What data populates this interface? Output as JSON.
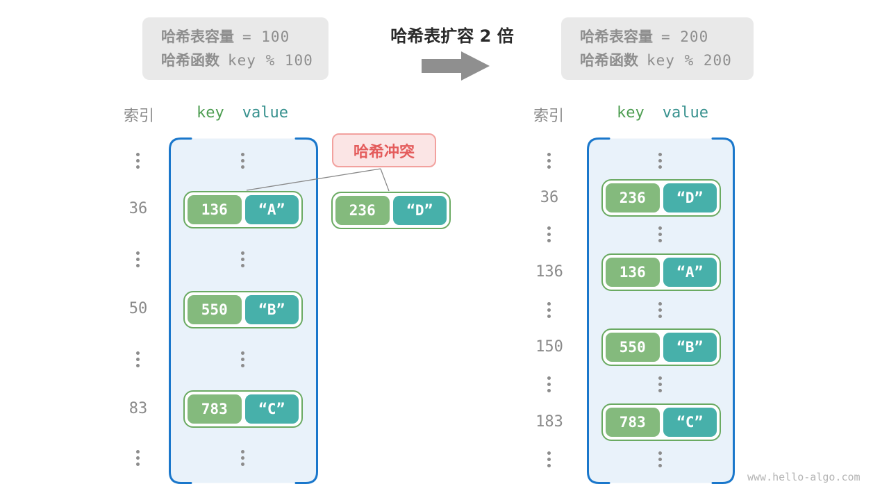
{
  "before_box": {
    "capacity_label": "哈希表容量",
    "capacity_value": "= 100",
    "hash_label": "哈希函数",
    "hash_value": "key % 100"
  },
  "after_box": {
    "capacity_label": "哈希表容量",
    "capacity_value": "= 200",
    "hash_label": "哈希函数",
    "hash_value": "key % 200"
  },
  "transform": {
    "title": "哈希表扩容 2 倍"
  },
  "collision": {
    "label": "哈希冲突",
    "pair": {
      "key": "236",
      "value": "“D”"
    }
  },
  "left_table": {
    "index_header": "索引",
    "key_header": "key",
    "value_header": "value",
    "rows": [
      {
        "type": "ellipsis"
      },
      {
        "index": "36",
        "key": "136",
        "value": "“A”"
      },
      {
        "type": "ellipsis"
      },
      {
        "index": "50",
        "key": "550",
        "value": "“B”"
      },
      {
        "type": "ellipsis"
      },
      {
        "index": "83",
        "key": "783",
        "value": "“C”"
      },
      {
        "type": "ellipsis"
      }
    ]
  },
  "right_table": {
    "index_header": "索引",
    "key_header": "key",
    "value_header": "value",
    "rows": [
      {
        "type": "ellipsis"
      },
      {
        "index": "36",
        "key": "236",
        "value": "“D”"
      },
      {
        "type": "ellipsis"
      },
      {
        "index": "136",
        "key": "136",
        "value": "“A”"
      },
      {
        "type": "ellipsis"
      },
      {
        "index": "150",
        "key": "550",
        "value": "“B”"
      },
      {
        "type": "ellipsis"
      },
      {
        "index": "183",
        "key": "783",
        "value": "“C”"
      },
      {
        "type": "ellipsis"
      }
    ]
  },
  "colors": {
    "container_fill": "#e9f2fa",
    "container_border": "#1a77cb",
    "key_green": "#84ba7d",
    "value_teal": "#47b0aa",
    "pair_border": "#6aaa62",
    "collision_red": "#e45c5c",
    "gray_text": "#8a8a8a"
  },
  "footer": {
    "watermark": "www.hello-algo.com"
  }
}
